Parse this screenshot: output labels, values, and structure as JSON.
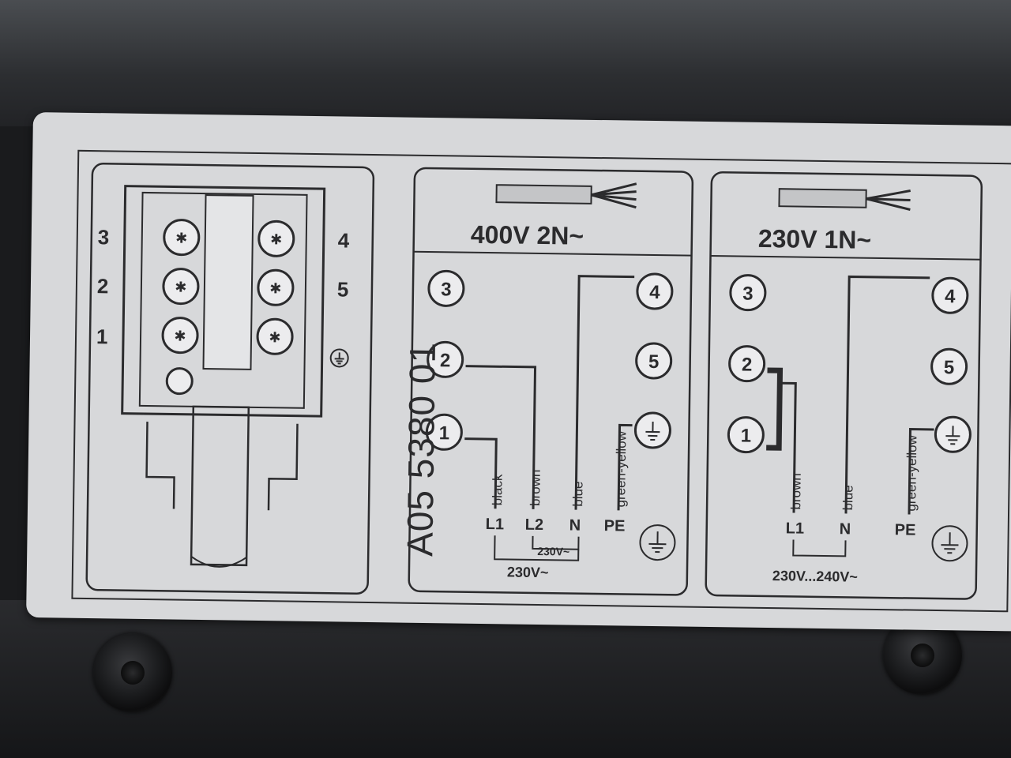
{
  "part_code": "A05 5380 01",
  "terminal_block": {
    "left_labels": [
      "3",
      "2",
      "1"
    ],
    "right_labels": [
      "4",
      "5"
    ]
  },
  "panel_400v": {
    "title": "400V  2N~",
    "terminals": [
      "3",
      "2",
      "1",
      "4",
      "5"
    ],
    "wires": [
      "black",
      "brown",
      "blue",
      "green-yellow"
    ],
    "conductors": [
      "L1",
      "L2",
      "N",
      "PE"
    ],
    "voltage_inner": "230V~",
    "voltage_outer": "230V~"
  },
  "panel_230v": {
    "title": "230V  1N~",
    "terminals": [
      "3",
      "2",
      "1",
      "4",
      "5"
    ],
    "wires": [
      "brown",
      "blue",
      "green-yellow"
    ],
    "conductors": [
      "L1",
      "N",
      "PE"
    ],
    "voltage": "230V...240V~"
  },
  "colors": {
    "label": "#d7d8da",
    "ink": "#2b2b2d"
  }
}
